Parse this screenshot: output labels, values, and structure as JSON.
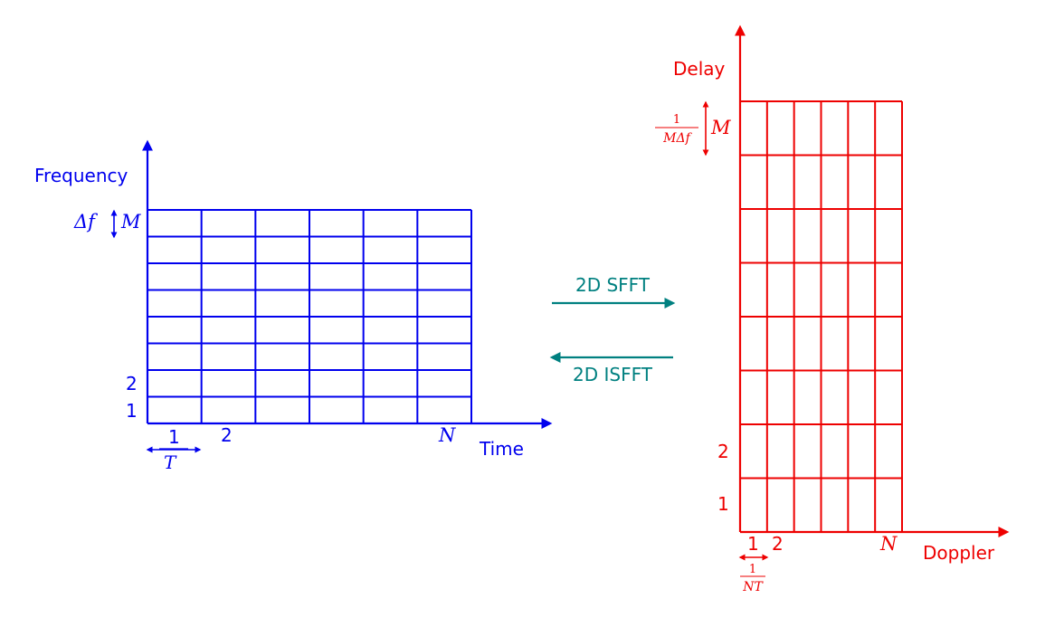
{
  "colors": {
    "time_frequency": "#0000ee",
    "delay_doppler": "#ee0000",
    "transform": "#008080",
    "background": "#ffffff"
  },
  "tf_grid": {
    "y_axis_label": "Frequency",
    "x_axis_label": "Time",
    "rows": 8,
    "cols": 6,
    "row_label_1": "1",
    "row_label_2": "2",
    "row_label_top": "M",
    "spacing_label": "Δf",
    "col_label_1": "1",
    "col_label_2": "2",
    "col_label_last": "N",
    "time_spacing_label": "T"
  },
  "dd_grid": {
    "y_axis_label": "Delay",
    "x_axis_label": "Doppler",
    "rows": 8,
    "cols": 6,
    "row_label_1": "1",
    "row_label_2": "2",
    "row_label_top": "M",
    "delay_spacing_num": "1",
    "delay_spacing_den": "MΔf",
    "col_label_1": "1",
    "col_label_2": "2",
    "col_label_last": "N",
    "doppler_spacing_num": "1",
    "doppler_spacing_den": "NT"
  },
  "transforms": {
    "forward_label": "2D SFFT",
    "inverse_label": "2D ISFFT"
  }
}
